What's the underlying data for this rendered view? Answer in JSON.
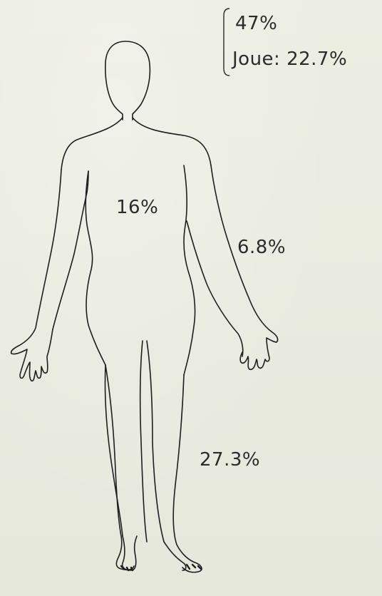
{
  "labels": {
    "head": "47%",
    "cheek": "Joue: 22.7%",
    "trunk": "16%",
    "arms": "6.8%",
    "legs": "27.3%"
  }
}
